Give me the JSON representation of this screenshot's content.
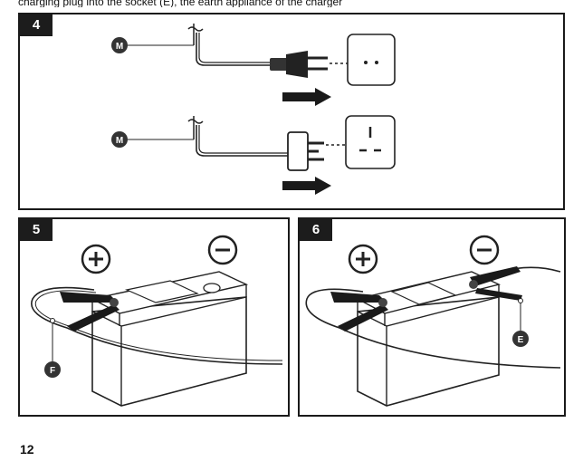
{
  "header_text": "charging plug into the socket (E), the earth appliance of the charger",
  "panels": [
    {
      "step": "4",
      "callouts": [
        "M",
        "M"
      ]
    },
    {
      "step": "5",
      "callouts": [
        "F"
      ],
      "symbols": [
        "+",
        "−"
      ]
    },
    {
      "step": "6",
      "callouts": [
        "E"
      ],
      "symbols": [
        "+",
        "−"
      ]
    }
  ],
  "page_number": "12"
}
